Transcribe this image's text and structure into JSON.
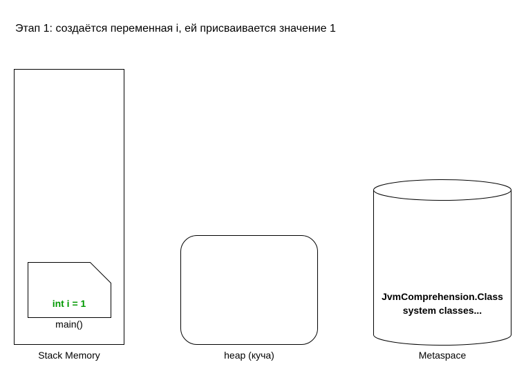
{
  "title": "Этап 1: создаётся переменная i, ей присваивается значение 1",
  "stack": {
    "frame_value": "int i = 1",
    "frame_label": "main()",
    "label": "Stack Memory"
  },
  "heap": {
    "label": "heap (куча)"
  },
  "metaspace": {
    "line1": "JvmComprehension.Class",
    "line2": "system classes...",
    "label": "Metaspace"
  },
  "colors": {
    "frame_value": "#009900",
    "stroke": "#000000"
  }
}
